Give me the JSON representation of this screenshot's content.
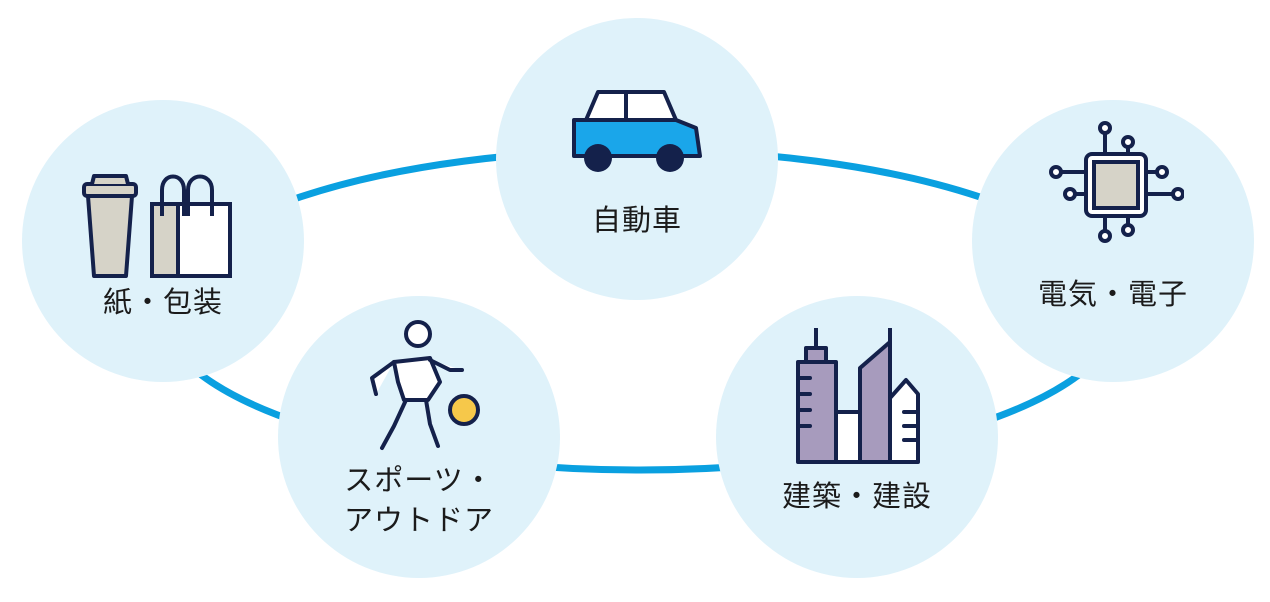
{
  "nodes": {
    "paper": {
      "label": "紙・包装"
    },
    "auto": {
      "label": "自動車"
    },
    "elec": {
      "label": "電気・電子"
    },
    "sports": {
      "label_line1": "スポーツ・",
      "label_line2": "アウトドア"
    },
    "construct": {
      "label": "建築・建設"
    }
  },
  "colors": {
    "ring": "#0aa0e0",
    "circle": "#dff2fa",
    "navy": "#14214b",
    "car_blue": "#1aa6ea",
    "beige": "#d6d3c8",
    "lavender": "#a79bbd",
    "ball_yellow": "#f6c84a"
  },
  "icons": [
    "cup-bag-icon",
    "car-icon",
    "chip-icon",
    "basketball-player-icon",
    "city-buildings-icon"
  ]
}
